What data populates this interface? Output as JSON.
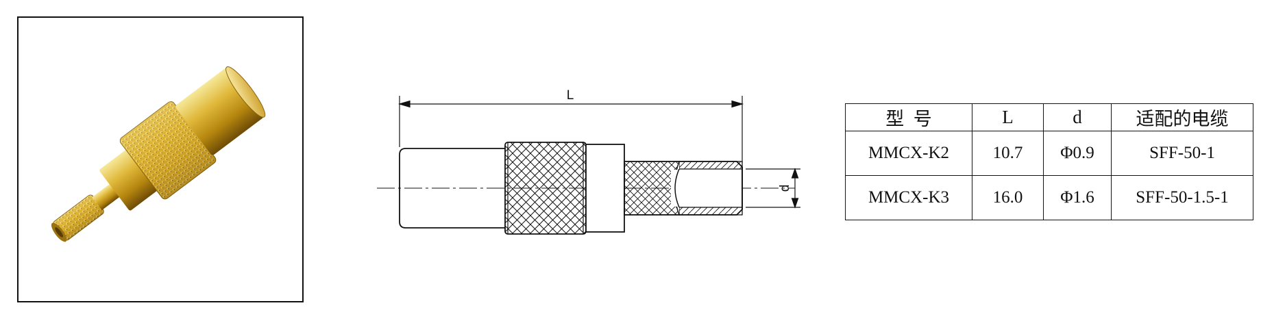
{
  "drawing": {
    "length_label": "L",
    "diameter_label": "d"
  },
  "table": {
    "headers": [
      "型  号",
      "L",
      "d",
      "适配的电缆"
    ],
    "rows": [
      [
        "MMCX-K2",
        "10.7",
        "Φ0.9",
        "SFF-50-1"
      ],
      [
        "MMCX-K3",
        "16.0",
        "Φ1.6",
        "SFF-50-1.5-1"
      ]
    ]
  },
  "colors": {
    "gold_light": "#f3df7c",
    "gold_mid": "#c99a22",
    "gold_dark": "#7a5608",
    "line": "#111111"
  }
}
